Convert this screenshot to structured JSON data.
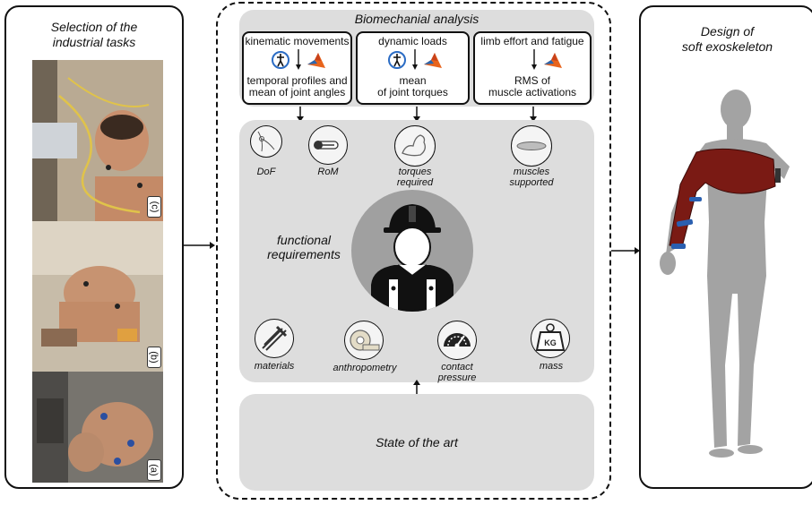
{
  "left_panel": {
    "title_line1": "Selection of the",
    "title_line2": "industrial tasks",
    "photos": [
      {
        "tag": "(c)"
      },
      {
        "tag": "(b)"
      },
      {
        "tag": "(a)"
      }
    ]
  },
  "center_panel": {
    "bio_title": "Biomechanial analysis",
    "boxes": [
      {
        "head": "kinematic movements",
        "foot1": "temporal profiles and",
        "foot2": "mean of joint angles"
      },
      {
        "head": "dynamic loads",
        "foot1": "mean",
        "foot2": "of joint torques"
      },
      {
        "head": "limb effort and fatigue",
        "foot1": "RMS of",
        "foot2": "muscle activations"
      }
    ],
    "req_title_line1": "functional",
    "req_title_line2": "requirements",
    "top_items": [
      {
        "label1": "DoF",
        "label2": "",
        "icon": "joint-sketch-icon"
      },
      {
        "label1": "RoM",
        "label2": "",
        "icon": "thermometer-icon"
      },
      {
        "label1": "torques",
        "label2": "required",
        "icon": "flexed-arm-icon"
      },
      {
        "label1": "muscles",
        "label2": "supported",
        "icon": "muscle-icon"
      }
    ],
    "bottom_items": [
      {
        "label1": "materials",
        "label2": "",
        "icon": "fabric-roll-icon"
      },
      {
        "label1": "anthropometry",
        "label2": "",
        "icon": "measuring-tape-icon"
      },
      {
        "label1": "contact",
        "label2": "pressure",
        "icon": "pressure-gauge-icon"
      },
      {
        "label1": "mass",
        "label2": "",
        "icon": "weight-icon"
      }
    ],
    "weight_text": "KG",
    "state_of_art": "State of the art"
  },
  "right_panel": {
    "title_line1": "Design of",
    "title_line2": "soft exoskeleton"
  },
  "colors": {
    "gray_panel": "#dddddd",
    "exo_red": "#7a1a14",
    "exo_blue": "#2a5fb0",
    "avatar_gray": "#a3a3a3",
    "matlab_orange": "#e8641c"
  }
}
